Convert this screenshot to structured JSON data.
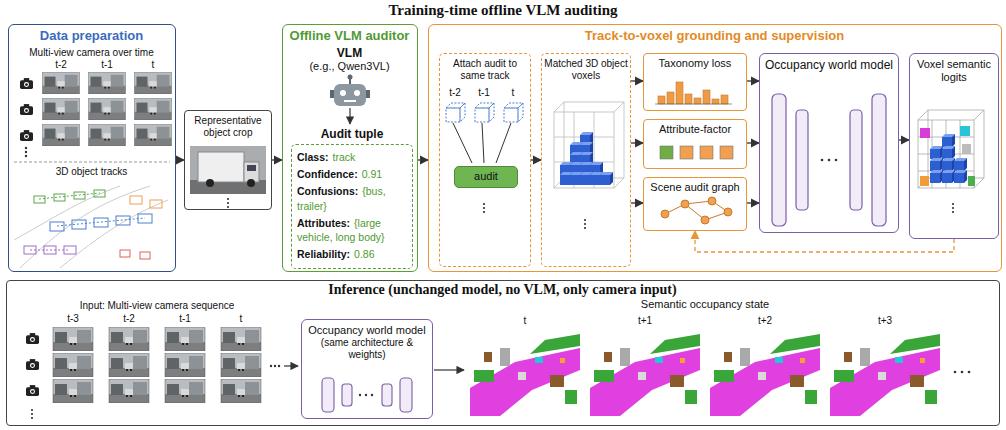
{
  "diagram": {
    "title": "Training-time offline VLM auditing",
    "nodes": [
      {
        "text": [
          "Data preparation",
          "Multi-view camera over time",
          "3D object tracks"
        ]
      },
      {
        "text": [
          "Representative object crop"
        ]
      },
      {
        "text": [
          "Offline VLM auditor",
          "VLM",
          "(e.g., Qwen3VL)"
        ]
      },
      {
        "text": [
          "Audit tuple",
          "Class:",
          "track",
          "Confidence:",
          "0.91",
          "Confusions:",
          "{bus, trailer}",
          "Attributes:",
          "{large vehicle, long body}",
          "Reliability:",
          "0.86"
        ],
        "in": 2
      },
      {
        "text": [
          "Track-to-voxel grounding and supervision"
        ]
      },
      {
        "text": [
          "Attach audit to same track"
        ],
        "in": 4
      },
      {
        "text": [
          "audit"
        ],
        "in": 5
      },
      {
        "text": [
          "Matched 3D object voxels"
        ],
        "in": 4
      },
      {
        "text": [
          "Taxonomy loss"
        ],
        "in": 4
      },
      {
        "text": [
          "Attribute-factor"
        ],
        "in": 4
      },
      {
        "text": [
          "Scene audit graph"
        ],
        "in": 4
      },
      {
        "text": [
          "Occupancy world model"
        ],
        "in": 4
      },
      {
        "text": [
          "Voxel semantic logits"
        ],
        "in": 4
      },
      {
        "text": [
          "Inference (unchanged model, no VLM, only camera input)"
        ]
      },
      {
        "text": [
          "Occupancy world model",
          "(same architecture & weights)"
        ],
        "in": 13
      }
    ],
    "edges": [
      {
        "from": 0,
        "to": 1,
        "arrow": "to"
      },
      {
        "from": 1,
        "to": 2,
        "arrow": "to"
      },
      {
        "from": 2,
        "to": 4,
        "arrow": "to"
      },
      {
        "from": 5,
        "to": 7,
        "arrow": "to"
      },
      {
        "from": 7,
        "to": 8,
        "arrow": "to"
      },
      {
        "from": 7,
        "to": 9,
        "arrow": "to"
      },
      {
        "from": 7,
        "to": 10,
        "arrow": "to"
      },
      {
        "from": 8,
        "to": 11,
        "arrow": "to"
      },
      {
        "from": 9,
        "to": 11,
        "arrow": "to"
      },
      {
        "from": 10,
        "to": 11,
        "arrow": "to"
      },
      {
        "from": 11,
        "to": 12,
        "arrow": "to"
      },
      {
        "from": 12,
        "to": 10,
        "arrow": "to"
      }
    ],
    "labels": [
      "t-2",
      "t-1",
      "t",
      "t-2",
      "t-1",
      "t",
      "Input: Multi-view camera sequence",
      "t-3",
      "t-2",
      "t-1",
      "t",
      "Semantic occupancy state",
      "t",
      "t+1",
      "t+2",
      "t+3"
    ]
  }
}
